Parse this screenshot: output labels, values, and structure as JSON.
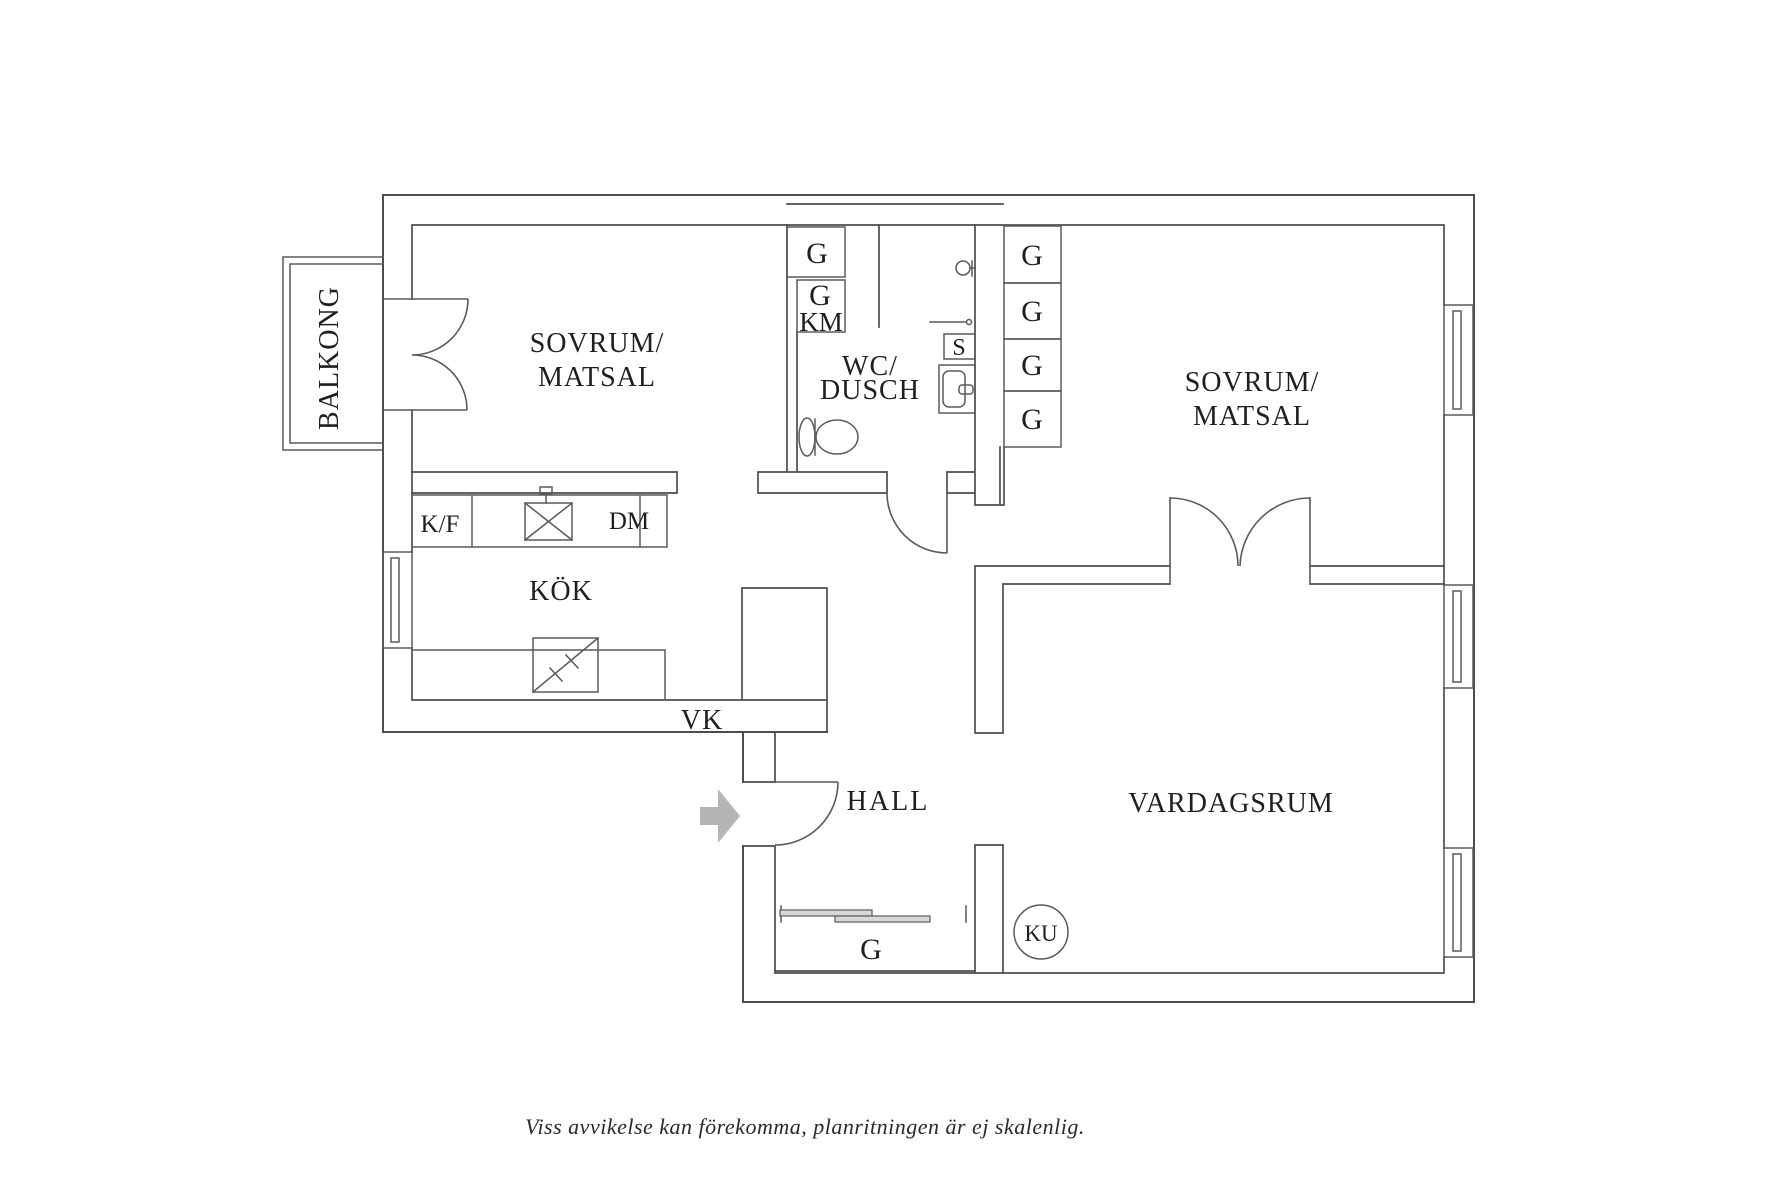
{
  "plan": {
    "rooms": {
      "balcony": {
        "label": "BALKONG"
      },
      "bedroom1": {
        "line1": "SOVRUM/",
        "line2": "MATSAL"
      },
      "bathroom": {
        "line1": "WC/",
        "line2": "DUSCH"
      },
      "bedroom2": {
        "line1": "SOVRUM/",
        "line2": "MATSAL"
      },
      "kitchen": {
        "label": "KÖK"
      },
      "hall": {
        "label": "HALL"
      },
      "livingroom": {
        "label": "VARDAGSRUM"
      }
    },
    "fixtures": {
      "wardrobe": "G",
      "washer": "KM",
      "fridge_freezer": "K/F",
      "dishwasher": "DM",
      "shaft": "VK",
      "cabinet": "S",
      "tiled_stove": "KU"
    }
  },
  "caption": "Viss avvikelse kan förekomma, planritningen är ej skalenlig.",
  "colors": {
    "wall_line": "#4d4d4d",
    "fixture_line": "#5a5a5a",
    "text": "#1f1f1f",
    "entry_arrow": "#b5b5b5",
    "sliding_door_fill": "#d8d8d8",
    "background": "#ffffff"
  }
}
